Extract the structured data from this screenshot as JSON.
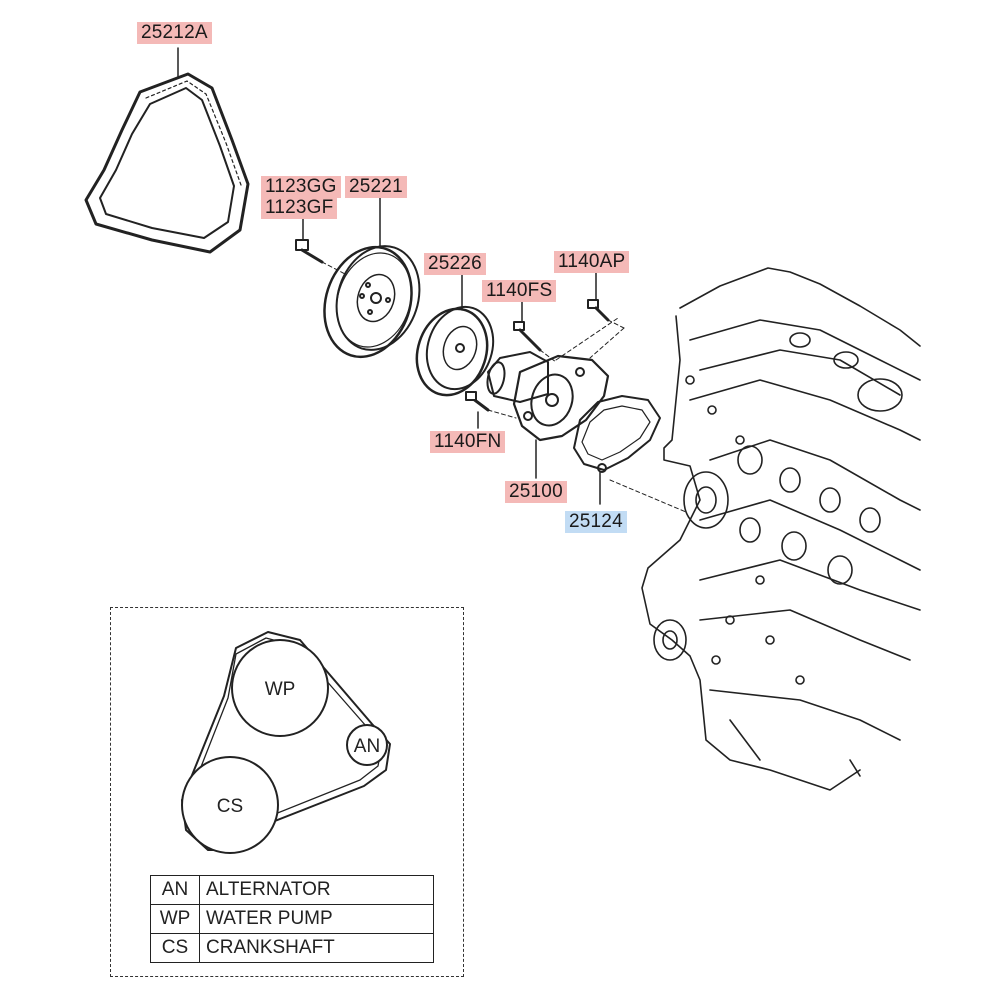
{
  "parts": {
    "belt": "25212A",
    "bolt_gg": "1123GG",
    "bolt_gf": "1123GF",
    "pulley_wp": "25221",
    "pulley_small": "25226",
    "bolt_fs": "1140FS",
    "bolt_ap": "1140AP",
    "bolt_fn": "1140FN",
    "pump": "25100",
    "gasket": "25124"
  },
  "belt_diagram": {
    "wp_label": "WP",
    "cs_label": "CS",
    "an_label": "AN",
    "legend": [
      {
        "code": "AN",
        "name": "ALTERNATOR"
      },
      {
        "code": "WP",
        "name": "WATER PUMP"
      },
      {
        "code": "CS",
        "name": "CRANKSHAFT"
      }
    ]
  },
  "colors": {
    "part_label_bg": "#f4b9b7",
    "highlight_label_bg": "#c2dcf4",
    "line": "#222222"
  }
}
